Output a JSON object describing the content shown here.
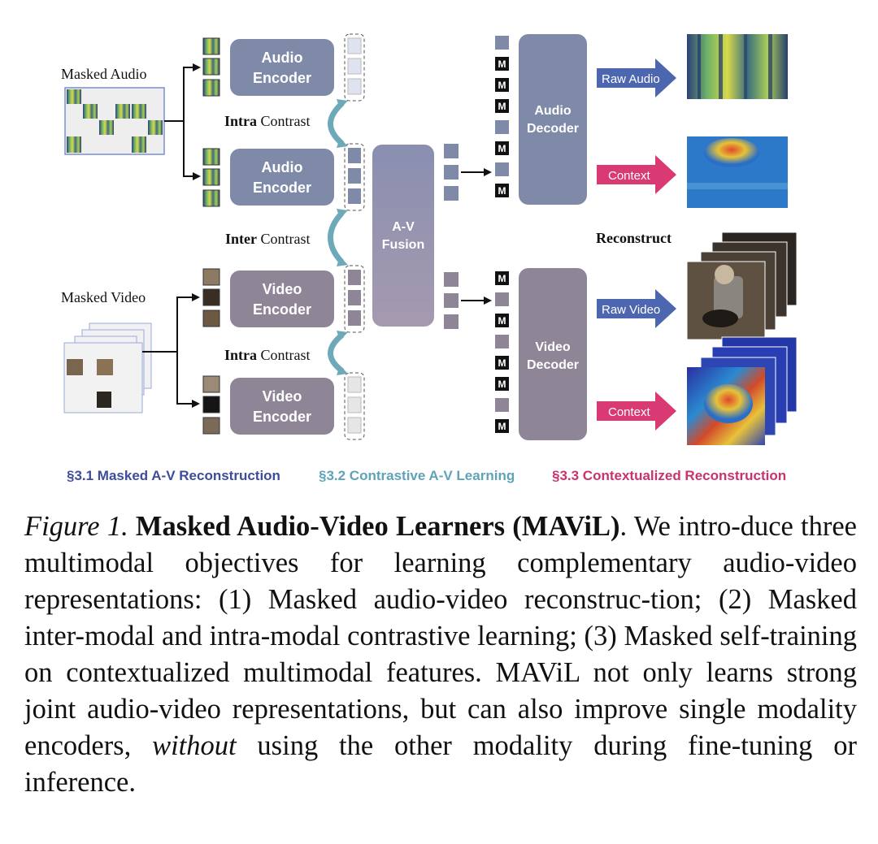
{
  "figure": {
    "inputs": {
      "masked_audio": "Masked Audio",
      "masked_video": "Masked Video"
    },
    "encoders": [
      {
        "line1": "Audio",
        "line2": "Encoder"
      },
      {
        "line1": "Audio",
        "line2": "Encoder"
      },
      {
        "line1": "Video",
        "line2": "Encoder"
      },
      {
        "line1": "Video",
        "line2": "Encoder"
      }
    ],
    "contrast_labels": [
      {
        "bold": "Intra",
        "rest": " Contrast"
      },
      {
        "bold": "Inter",
        "rest": " Contrast"
      },
      {
        "bold": "Intra",
        "rest": " Contrast"
      }
    ],
    "fusion": {
      "line1": "A-V",
      "line2": "Fusion"
    },
    "decoders": [
      {
        "line1": "Audio",
        "line2": "Decoder"
      },
      {
        "line1": "Video",
        "line2": "Decoder"
      }
    ],
    "mask_token": "M",
    "reconstruct_label": "Reconstruct",
    "outputs": {
      "raw_audio": "Raw Audio",
      "audio_context": "Context",
      "raw_video": "Raw Video",
      "video_context": "Context"
    },
    "legend": [
      {
        "text": "§3.1 Masked A-V Reconstruction",
        "color": "#3d4c9c"
      },
      {
        "text": "§3.2 Contrastive A-V Learning",
        "color": "#5fa3b8"
      },
      {
        "text": "§3.3 Contextualized Reconstruction",
        "color": "#c8326e"
      }
    ],
    "colors": {
      "audio_encoder": "#7e8aa8",
      "video_encoder": "#8e8596",
      "fusion": "#8a8fb0",
      "contrast_arrow": "#6ea9b9",
      "raw_arrow": "#4d66b0",
      "context_arrow": "#d93a73"
    }
  },
  "caption": {
    "figure_label": "Figure 1.",
    "title": "Masked Audio-Video Learners (MAViL)",
    "body_1": ". We intro-duce three multimodal objectives for learning complementary audio-video representations: (1) Masked audio-video reconstruc-tion; (2) Masked inter-modal and intra-modal contrastive learning; (3) Masked self-training on contextualized multimodal features. MAViL not only learns strong joint audio-video representations, but can also improve single modality encoders, ",
    "emphasis": "without",
    "body_2": " using the other modality during fine-tuning or inference."
  }
}
